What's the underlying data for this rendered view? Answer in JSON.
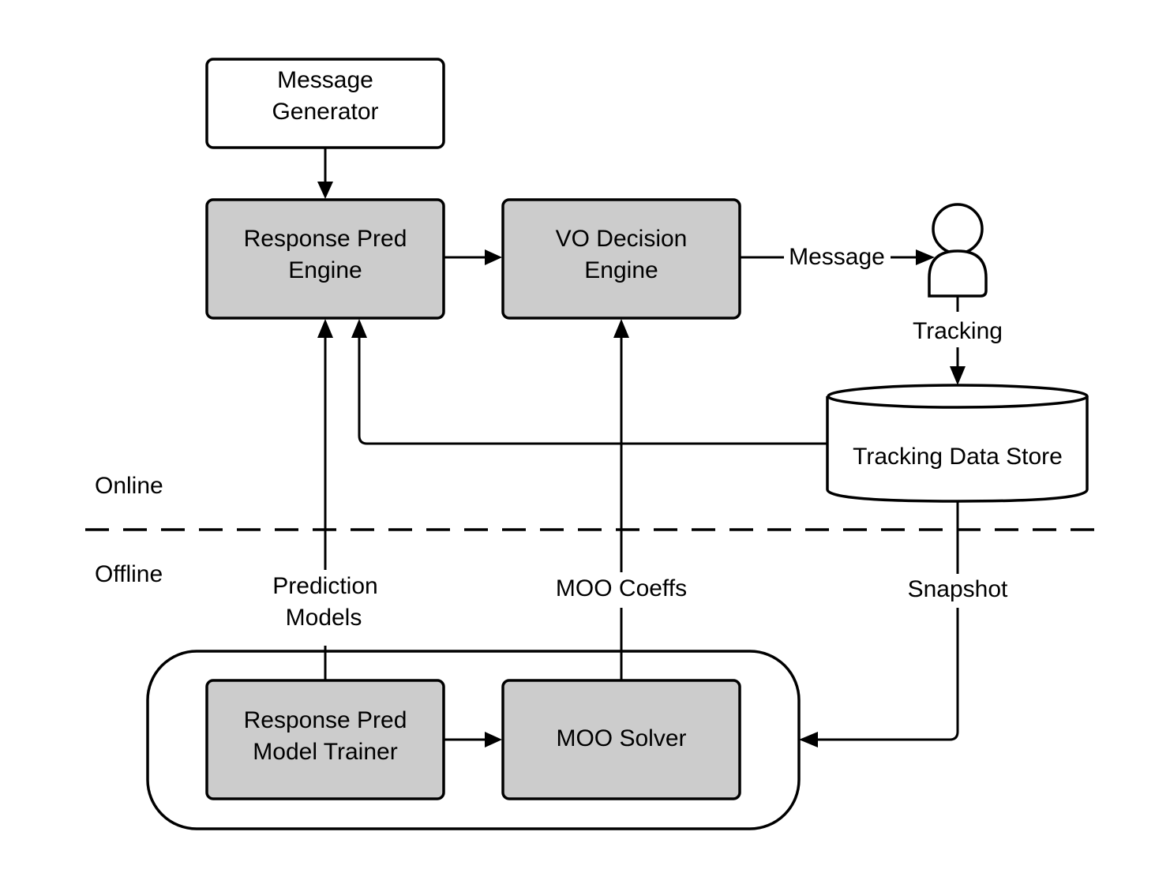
{
  "nodes": {
    "message_generator": [
      "Message",
      "Generator"
    ],
    "response_pred_engine": [
      "Response Pred",
      "Engine"
    ],
    "vo_decision_engine": [
      "VO Decision",
      "Engine"
    ],
    "tracking_data_store": "Tracking Data Store",
    "response_pred_model_trainer": [
      "Response Pred",
      "Model Trainer"
    ],
    "moo_solver": "MOO Solver"
  },
  "edges": {
    "message": "Message",
    "tracking": "Tracking",
    "prediction_models": [
      "Prediction",
      "Models"
    ],
    "moo_coeffs": "MOO Coeffs",
    "snapshot": "Snapshot"
  },
  "regions": {
    "online": "Online",
    "offline": "Offline"
  },
  "icons": {
    "user": "person-icon"
  },
  "colors": {
    "engine_fill": "#cccccc",
    "stroke": "#000000",
    "plain_fill": "#ffffff"
  }
}
